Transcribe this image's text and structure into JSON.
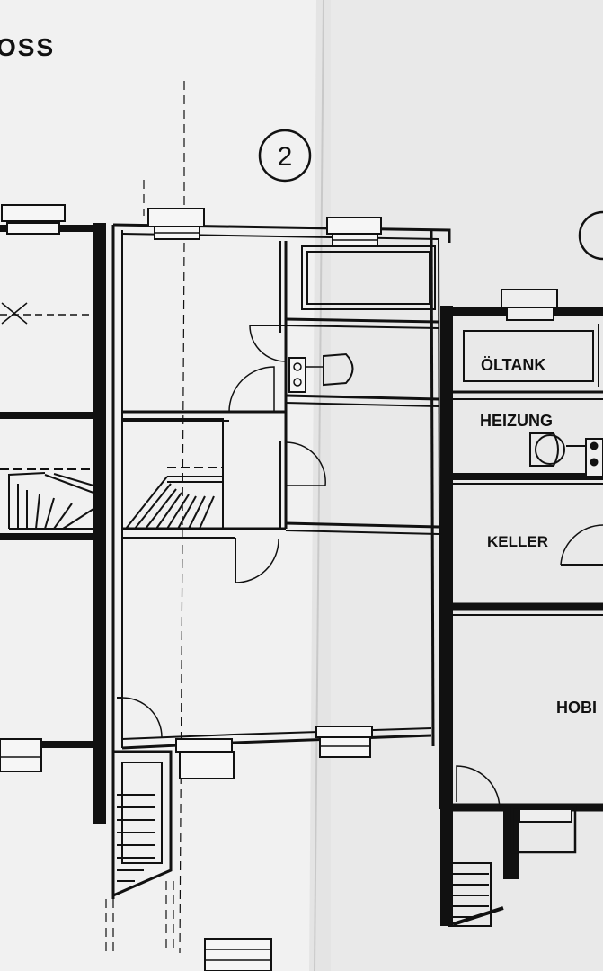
{
  "sheet": {
    "title_fragment": "OSS",
    "house_number": "2",
    "paper_color": "#f2f2f2",
    "shadow_color": "#d0d0d0",
    "ink_color": "#111111"
  },
  "rooms": {
    "oltank": "ÖLTANK",
    "heizung": "HEIZUNG",
    "keller": "KELLER",
    "hobby_fragment": "HOBI"
  }
}
